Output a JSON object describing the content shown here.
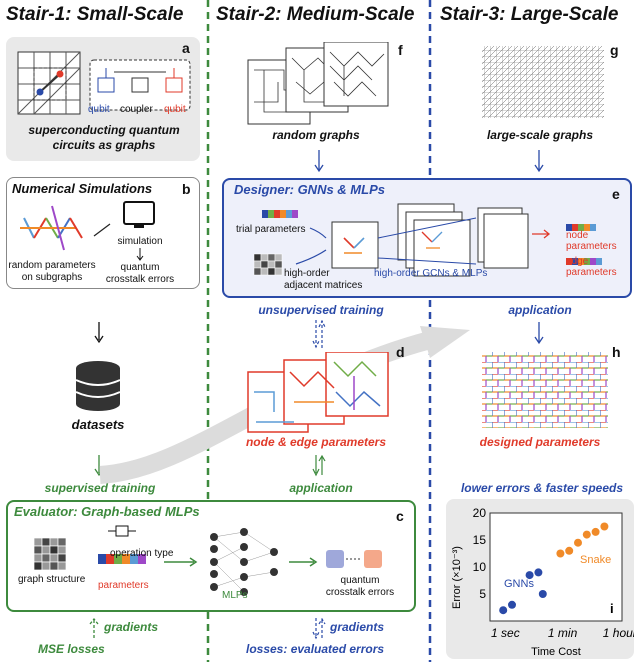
{
  "stairs": {
    "s1": "Stair-1: Small-Scale",
    "s2": "Stair-2: Medium-Scale",
    "s3": "Stair-3: Large-Scale"
  },
  "panels": {
    "a": {
      "tag": "a",
      "caption": "superconducting quantum circuits as graphs",
      "qubit1": "qubit",
      "coupler": "coupler",
      "qubit2": "qubit"
    },
    "b": {
      "tag": "b",
      "title": "Numerical Simulations",
      "random_params": "random parameters on subgraphs",
      "simulation": "simulation",
      "crosstalk": "quantum crosstalk errors"
    },
    "datasets": "datasets",
    "supervised": "supervised training",
    "c": {
      "tag": "c",
      "title": "Evaluator: Graph-based MLPs",
      "graph_structure": "graph structure",
      "operation_type": "operation type",
      "parameters": "parameters",
      "mlps": "MLPs",
      "crosstalk": "quantum crosstalk errors"
    },
    "gradients_left": "gradients",
    "mse": "MSE losses",
    "f": {
      "tag": "f",
      "caption": "random graphs"
    },
    "e": {
      "tag": "e",
      "title": "Designer: GNNs & MLPs",
      "trial": "trial parameters",
      "adjacent": "high-order adjacent matrices",
      "gcns": "high-order GCNs & MLPs",
      "node_params": "node parameters",
      "edge_params": "edge parameters"
    },
    "unsupervised": "unsupervised training",
    "d": {
      "tag": "d",
      "caption": "node & edge parameters"
    },
    "application_mid": "application",
    "gradients_mid": "gradients",
    "losses": "losses: evaluated errors",
    "g": {
      "tag": "g",
      "caption": "large-scale graphs"
    },
    "application_right": "application",
    "h": {
      "tag": "h",
      "caption": "designed parameters"
    },
    "lower_errors": "lower errors & faster speeds",
    "i": {
      "tag": "i",
      "ylabel": "Error (×10⁻³)",
      "xlabel": "Time Cost",
      "yticks": [
        "5",
        "10",
        "15",
        "20"
      ],
      "xticks": [
        "1 sec",
        "1 min",
        "1 hour"
      ],
      "gnns": "GNNs",
      "snake": "Snake"
    }
  },
  "colors": {
    "green": "#3d8a3d",
    "blue": "#2a4aa8",
    "red": "#e03a2a",
    "orange": "#f08a28"
  },
  "chart_data": {
    "type": "scatter",
    "xlabel": "Time Cost",
    "ylabel": "Error (×10⁻³)",
    "xticks": [
      "1 sec",
      "1 min",
      "1 hour"
    ],
    "ylim": [
      0,
      20
    ],
    "series": [
      {
        "name": "GNNs",
        "color": "#2a4aa8",
        "x": [
          0.3,
          0.5,
          1.2,
          0.9,
          1.1
        ],
        "y": [
          2.0,
          3.0,
          5.0,
          8.5,
          9.0
        ]
      },
      {
        "name": "Snake",
        "color": "#f08a28",
        "x": [
          1.6,
          1.8,
          2.0,
          2.2,
          2.4,
          2.6
        ],
        "y": [
          12.5,
          13.0,
          14.5,
          16.0,
          16.5,
          17.5
        ]
      }
    ]
  }
}
